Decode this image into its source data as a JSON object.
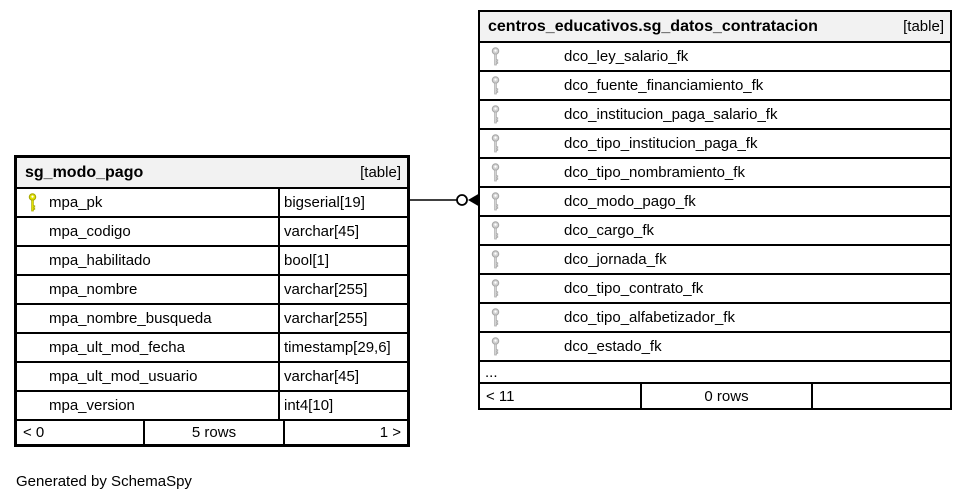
{
  "diagram": {
    "left_table": {
      "title": "sg_modo_pago",
      "tag": "[table]",
      "columns": [
        {
          "name": "mpa_pk",
          "type": "bigserial[19]",
          "key": "primary"
        },
        {
          "name": "mpa_codigo",
          "type": "varchar[45]",
          "key": "none"
        },
        {
          "name": "mpa_habilitado",
          "type": "bool[1]",
          "key": "none"
        },
        {
          "name": "mpa_nombre",
          "type": "varchar[255]",
          "key": "none"
        },
        {
          "name": "mpa_nombre_busqueda",
          "type": "varchar[255]",
          "key": "none"
        },
        {
          "name": "mpa_ult_mod_fecha",
          "type": "timestamp[29,6]",
          "key": "none"
        },
        {
          "name": "mpa_ult_mod_usuario",
          "type": "varchar[45]",
          "key": "none"
        },
        {
          "name": "mpa_version",
          "type": "int4[10]",
          "key": "none"
        }
      ],
      "footer": {
        "left": "< 0",
        "center": "5 rows",
        "right": "1 >"
      }
    },
    "right_table": {
      "title": "centros_educativos.sg_datos_contratacion",
      "tag": "[table]",
      "columns": [
        {
          "name": "dco_ley_salario_fk",
          "key": "foreign"
        },
        {
          "name": "dco_fuente_financiamiento_fk",
          "key": "foreign"
        },
        {
          "name": "dco_institucion_paga_salario_fk",
          "key": "foreign"
        },
        {
          "name": "dco_tipo_institucion_paga_fk",
          "key": "foreign"
        },
        {
          "name": "dco_tipo_nombramiento_fk",
          "key": "foreign"
        },
        {
          "name": "dco_modo_pago_fk",
          "key": "foreign"
        },
        {
          "name": "dco_cargo_fk",
          "key": "foreign"
        },
        {
          "name": "dco_jornada_fk",
          "key": "foreign"
        },
        {
          "name": "dco_tipo_contrato_fk",
          "key": "foreign"
        },
        {
          "name": "dco_tipo_alfabetizador_fk",
          "key": "foreign"
        },
        {
          "name": "dco_estado_fk",
          "key": "foreign"
        }
      ],
      "ellipsis": "...",
      "footer": {
        "left": "< 11",
        "center": "0 rows",
        "right": ""
      }
    },
    "relationship": {
      "from": "sg_modo_pago.mpa_pk",
      "to": "centros_educativos.sg_datos_contratacion.dco_modo_pago_fk"
    },
    "credit": "Generated by SchemaSpy",
    "colors": {
      "pk_key_fill": "#e2e200",
      "pk_key_stroke": "#a8a800",
      "fk_key_fill": "#d2d2d2",
      "fk_key_stroke": "#a8a8a8",
      "header_bg": "#f2f2f2",
      "border": "#000000"
    }
  }
}
